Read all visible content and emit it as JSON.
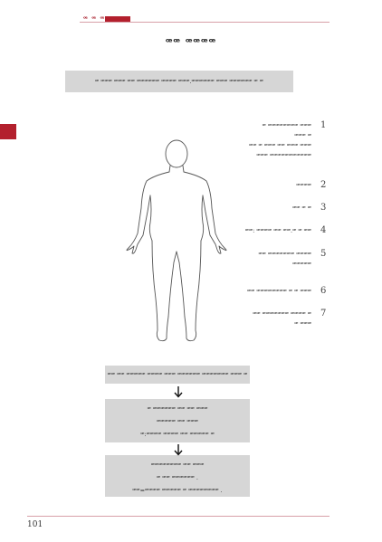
{
  "header": {
    "text": "ꟹ ꟹ ꟹ"
  },
  "title": "ꟹꟹ ꟹꟹꟹꟹ",
  "banner": "ꟹ ꟹꟹꟹ ꟹꟹꟹ ꟹꟹ ꟹꟹꟹꟹꟹꟹ ꟹꟹꟹꟹ ꟹꟹꟹ.ꟹꟹꟹꟹꟹꟹ ꟹꟹꟹ ꟹꟹꟹꟹꟹꟹ ꟹ ꟹ",
  "steps": [
    {
      "num": "1",
      "lines": [
        "ꟹ ꟹꟹꟹꟹꟹꟹꟹꟹ ꟹꟹꟹ",
        "ꟹꟹꟹ ꟹ",
        "ꟹꟹ ꟹ ꟹꟹꟹ ꟹꟹ ꟹꟹꟹ ꟹꟹꟹ",
        "ꟹꟹꟹ ꟹꟹꟹꟹꟹꟹꟹꟹꟹꟹꟹ"
      ]
    },
    {
      "num": "2",
      "lines": [
        "ꟹꟹꟹꟹ"
      ]
    },
    {
      "num": "3",
      "lines": [
        "ꟹꟹ ꟹ ꟹ"
      ]
    },
    {
      "num": "4",
      "lines": [
        "ꟹꟹ: ꟹꟹꟹꟹ ꟹꟹ ꟹꟹ.ꟹ ꟹ ꟹꟹ"
      ]
    },
    {
      "num": "5",
      "lines": [
        "ꟹꟹ ꟹꟹꟹꟹꟹꟹꟹ ꟹꟹꟹꟹ",
        "ꟹꟹꟹꟹꟹ"
      ]
    },
    {
      "num": "6",
      "lines": [
        "ꟹꟹ ꟹꟹꟹꟹꟹꟹꟹꟹ ꟹ ꟹ ꟹꟹꟹ"
      ]
    },
    {
      "num": "7",
      "lines": [
        "ꟹꟹ ꟹꟹꟹꟹꟹꟹꟹ ꟹꟹꟹꟹ ꟹ",
        "ꟹ ꟹꟹꟹ"
      ]
    }
  ],
  "flow": [
    {
      "lines": [
        "ꟹꟹ ꟹꟹ ꟹꟹꟹꟹꟹ ꟹꟹꟹꟹ ꟹꟹꟹ ꟹꟹꟹꟹꟹꟹ ꟹꟹꟹꟹꟹꟹꟹ ꟹꟹꟹ ꟹ"
      ]
    },
    {
      "lines": [
        "ꟹ ꟹꟹꟹꟹꟹꟹ ꟹꟹ ꟹꟹ ꟹꟹꟹ",
        "ꟹꟹꟹꟹꟹ ꟹꟹ ꟹꟹꟹ",
        "ꟹ:ꟹꟹꟹꟹ ꟹꟹꟹꟹ ꟹꟹ ꟹꟹꟹꟹꟹ ꟹ"
      ]
    },
    {
      "lines": [
        "ꟹꟹꟹꟹꟹꟹꟹꟹ ꟹꟹ ꟹꟹꟹ",
        "ꟹ ꟹꟹ ꟹꟹꟹꟹꟹꟹ .",
        "ꟹꟹ=ꟹꟹꟹꟹ ꟹꟹꟹꟹꟹ ꟹ ꟹꟹꟹꟹꟹꟹꟹꟹ ."
      ]
    }
  ],
  "page_number": "101",
  "colors": {
    "accent": "#b3202d",
    "box": "#d6d6d6"
  }
}
